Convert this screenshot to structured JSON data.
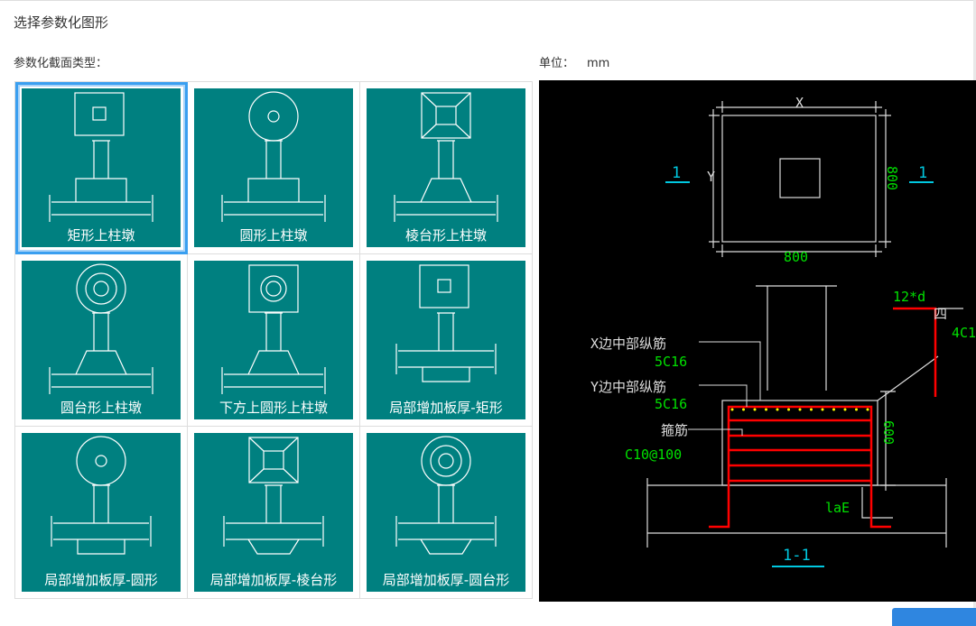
{
  "dialog": {
    "title": "选择参数化图形",
    "section_type_label": "参数化截面类型：",
    "unit_label": "单位：",
    "unit_value": "mm"
  },
  "shapes": [
    {
      "label": "矩形上柱墩",
      "type": "rect",
      "selected": true
    },
    {
      "label": "圆形上柱墩",
      "type": "circle",
      "selected": false
    },
    {
      "label": "棱台形上柱墩",
      "type": "frustum",
      "selected": false
    },
    {
      "label": "圆台形上柱墩",
      "type": "cone",
      "selected": false
    },
    {
      "label": "下方上圆形上柱墩",
      "type": "squarecircle",
      "selected": false
    },
    {
      "label": "局部增加板厚-矩形",
      "type": "thick-rect",
      "selected": false
    },
    {
      "label": "局部增加板厚-圆形",
      "type": "thick-circle",
      "selected": false
    },
    {
      "label": "局部增加板厚-棱台形",
      "type": "thick-frustum",
      "selected": false
    },
    {
      "label": "局部增加板厚-圆台形",
      "type": "thick-cone",
      "selected": false
    }
  ],
  "preview": {
    "dim_x": "X",
    "dim_y": "Y",
    "width": "800",
    "height": "800",
    "section_mark": "1",
    "x_rebar_label": "X边中部纵筋",
    "x_rebar": "5C16",
    "y_rebar_label": "Y边中部纵筋",
    "y_rebar": "5C16",
    "stirrup_label": "箍筋",
    "stirrup": "C10@100",
    "depth": "600",
    "anchor": "laE",
    "hook": "12*d",
    "corner_label": "四",
    "corner_rebar": "4C1",
    "section_title": "1-1"
  },
  "colors": {
    "teal": "#008080",
    "cad_red": "#ff0000",
    "cad_green": "#00e000",
    "cad_cyan": "#00c8e0"
  }
}
